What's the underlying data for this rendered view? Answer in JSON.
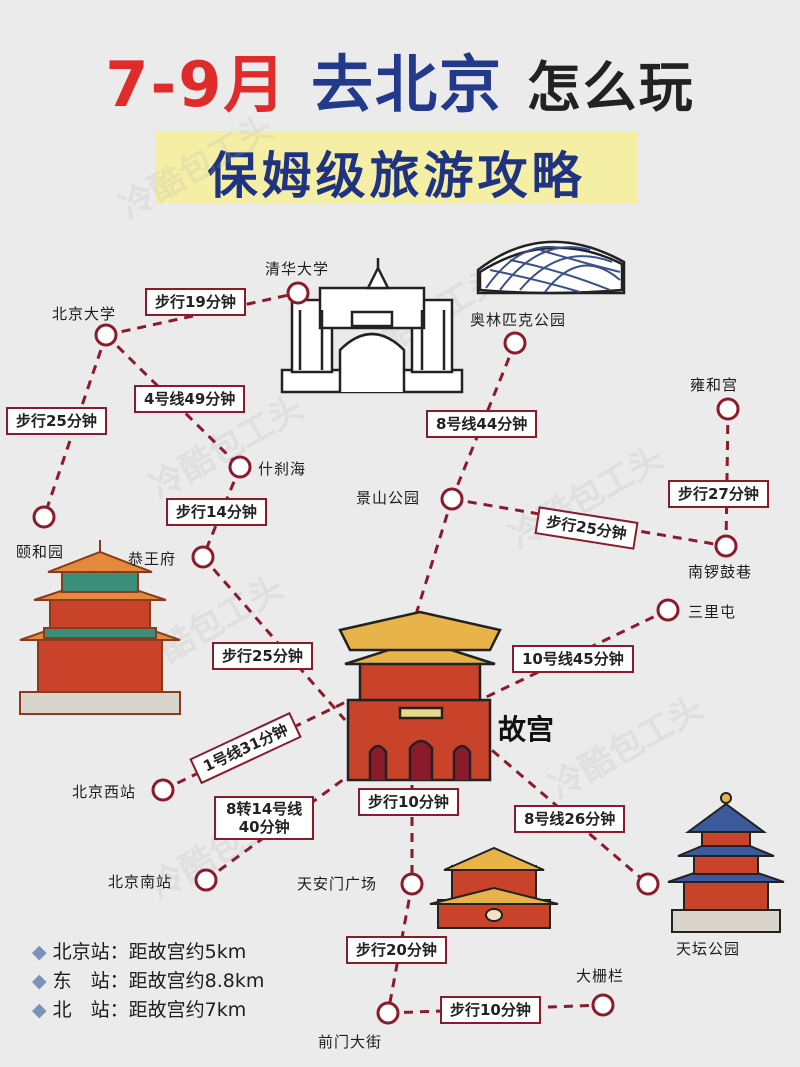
{
  "title": {
    "part1": "7-9月",
    "part2": "去北京",
    "part3": "怎么玩"
  },
  "subtitle": "保姆级旅游攻略",
  "watermark": "冷酷包工头",
  "colors": {
    "line": "#8b1a2b",
    "accent_red": "#e02b2b",
    "accent_blue": "#233a8c",
    "highlight": "#f5efa6"
  },
  "places": {
    "qinghua": "清华大学",
    "beida": "北京大学",
    "yiheyuan": "颐和园",
    "shichahai": "什刹海",
    "gongwangfu": "恭王府",
    "aolinpike": "奥林匹克公园",
    "jingshan": "景山公园",
    "yonghegong": "雍和宫",
    "nanluoguxiang": "南锣鼓巷",
    "sanlitun": "三里屯",
    "gugong": "故宫",
    "beijingxizhan": "北京西站",
    "beijingnanzhan": "北京南站",
    "tiananmen": "天安门广场",
    "tiantan": "天坛公园",
    "dashilan": "大栅栏",
    "qianmen": "前门大街"
  },
  "routes": {
    "beida_qinghua": "步行19分钟",
    "beida_yiheyuan": "步行25分钟",
    "beida_shichahai": "4号线49分钟",
    "shichahai_gongwangfu": "步行14分钟",
    "gongwangfu_gugong": "步行25分钟",
    "aolinpike_jingshan": "8号线44分钟",
    "yonghegong_nanluoguxiang": "步行27分钟",
    "jingshan_nanluoguxiang": "步行25分钟",
    "sanlitun_gugong": "10号线45分钟",
    "xizhan_gugong": "1号线31分钟",
    "nanzhan_gugong_1": "8转14号线",
    "nanzhan_gugong_2": "40分钟",
    "gugong_tiananmen": "步行10分钟",
    "gugong_tiantan": "8号线26分钟",
    "tiananmen_qianmen": "步行20分钟",
    "qianmen_dashilan": "步行10分钟"
  },
  "legend": [
    {
      "station": "北京站：",
      "distance": "距故宫约5km"
    },
    {
      "station": "东　站：",
      "distance": "距故宫约8.8km"
    },
    {
      "station": "北　站：",
      "distance": "距故宫约7km"
    }
  ]
}
